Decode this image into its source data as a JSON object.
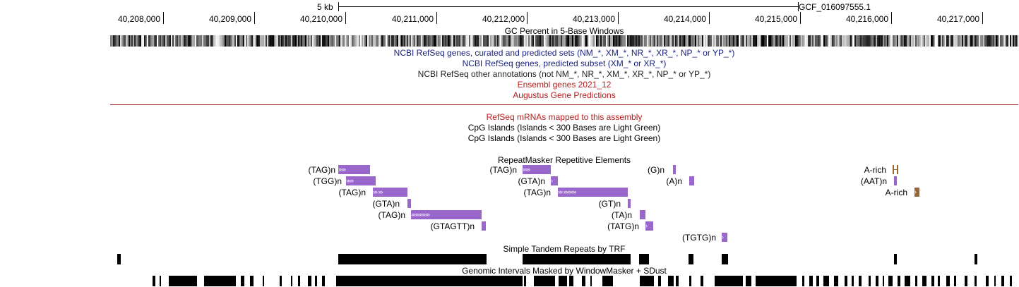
{
  "ruler": {
    "scale_label": "5 kb",
    "assembly_label": "GCF_016097555.1",
    "ticks": [
      "40,208,000",
      "40,209,000",
      "40,210,000",
      "40,211,000",
      "40,212,000",
      "40,213,000",
      "40,214,000",
      "40,215,000",
      "40,216,000",
      "40,217,000"
    ]
  },
  "tracks": {
    "gc_percent": "GC Percent in 5-Base Windows",
    "refseq_curated": "NCBI RefSeq genes, curated and predicted sets (NM_*, XM_*, NR_*, XR_*, NP_* or YP_*)",
    "refseq_predicted": "NCBI RefSeq genes, predicted subset (XM_* or XR_*)",
    "refseq_other": "NCBI RefSeq other annotations (not NM_*, NR_*, XM_*, XR_*, NP_* or YP_*)",
    "ensembl": "Ensembl genes 2021_12",
    "augustus": "Augustus Gene Predictions",
    "refseq_mrna": "RefSeq mRNAs mapped to this assembly",
    "cpg1": "CpG Islands (Islands < 300 Bases are Light Green)",
    "cpg2": "CpG Islands (Islands < 300 Bases are Light Green)",
    "repeatmasker": "RepeatMasker Repetitive Elements",
    "trf": "Simple Tandem Repeats by TRF",
    "windowmasker": "Genomic Intervals Masked by WindowMasker + SDust"
  },
  "repeat_elements": [
    {
      "label": "(TAG)n",
      "arrows": "›››››"
    },
    {
      "label": "(TGG)n",
      "arrows": "›››››"
    },
    {
      "label": "(TAG)n",
      "arrows": "›››  ›››"
    },
    {
      "label": "(GTA)n",
      "arrows": ""
    },
    {
      "label": "(TAG)n",
      "arrows": "›››››››››››››"
    },
    {
      "label": "(GTAGTT)n",
      "arrows": ""
    },
    {
      "label": "(TAG)n",
      "arrows": "›››››"
    },
    {
      "label": "(GTA)n",
      "arrows": "›"
    },
    {
      "label": "(TAG)n",
      "arrows": "›››  ›››››››››"
    },
    {
      "label": "(GT)n",
      "arrows": ""
    },
    {
      "label": "(TA)n",
      "arrows": ""
    },
    {
      "label": "(TATG)n",
      "arrows": "›"
    },
    {
      "label": "(TGTG)n",
      "arrows": "›"
    },
    {
      "label": "(G)n",
      "arrows": ""
    },
    {
      "label": "(A)n",
      "arrows": ""
    },
    {
      "label": "A-rich",
      "arrows": ""
    },
    {
      "label": "(AAT)n",
      "arrows": ""
    },
    {
      "label": "A-rich",
      "arrows": "›"
    }
  ],
  "colors": {
    "refseq_blue": "#1a237e",
    "red_track": "#b71c1c",
    "repeat_purple": "#9966cc",
    "repeat_brown": "#996633",
    "divider_red": "#a52a2a"
  }
}
